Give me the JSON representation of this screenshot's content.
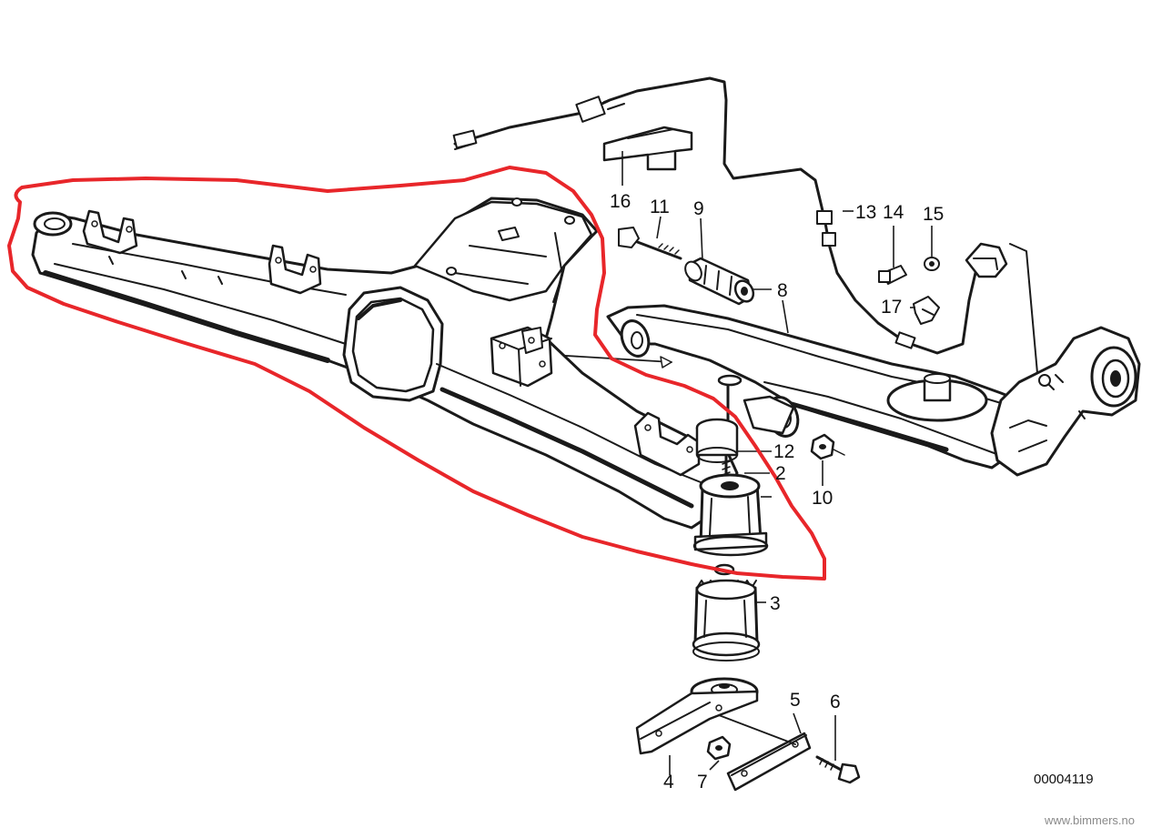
{
  "diagram": {
    "reference_number": "00004119",
    "watermark": "www.bimmers.no",
    "part_labels": [
      "2",
      "3",
      "4",
      "5",
      "6",
      "7",
      "8",
      "9",
      "10",
      "11",
      "12",
      "13",
      "14",
      "15",
      "16",
      "17"
    ],
    "colors": {
      "ink": "#1a1a1a",
      "highlight": "#e8262a",
      "background": "#ffffff"
    }
  }
}
